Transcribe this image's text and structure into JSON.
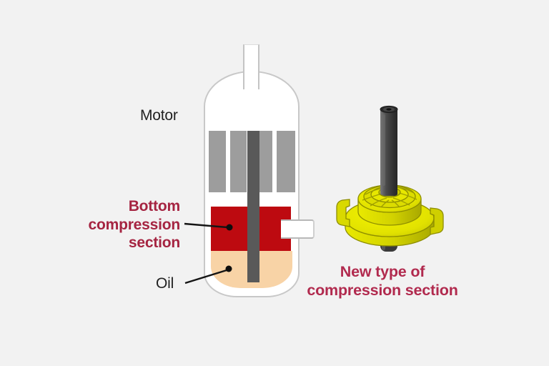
{
  "compressor": {
    "motor_label": "Motor",
    "bottom_compression_label_lines": [
      "Bottom",
      "compression",
      "section"
    ],
    "oil_label": "Oil"
  },
  "new_part": {
    "caption_lines": [
      "New type of",
      "compression section"
    ]
  },
  "colors": {
    "background": "#f2f2f2",
    "label_dark": "#222222",
    "label_crimson": "#a52441",
    "caption_crimson": "#b12a4e",
    "compression_red": "#bd0a10",
    "oil_peach": "#f8d3a6",
    "stator_gray": "#9d9d9d",
    "shaft_gray": "#595959",
    "vessel_outline_gray": "#c8c8c8",
    "part_yellow": "#e2e200"
  }
}
